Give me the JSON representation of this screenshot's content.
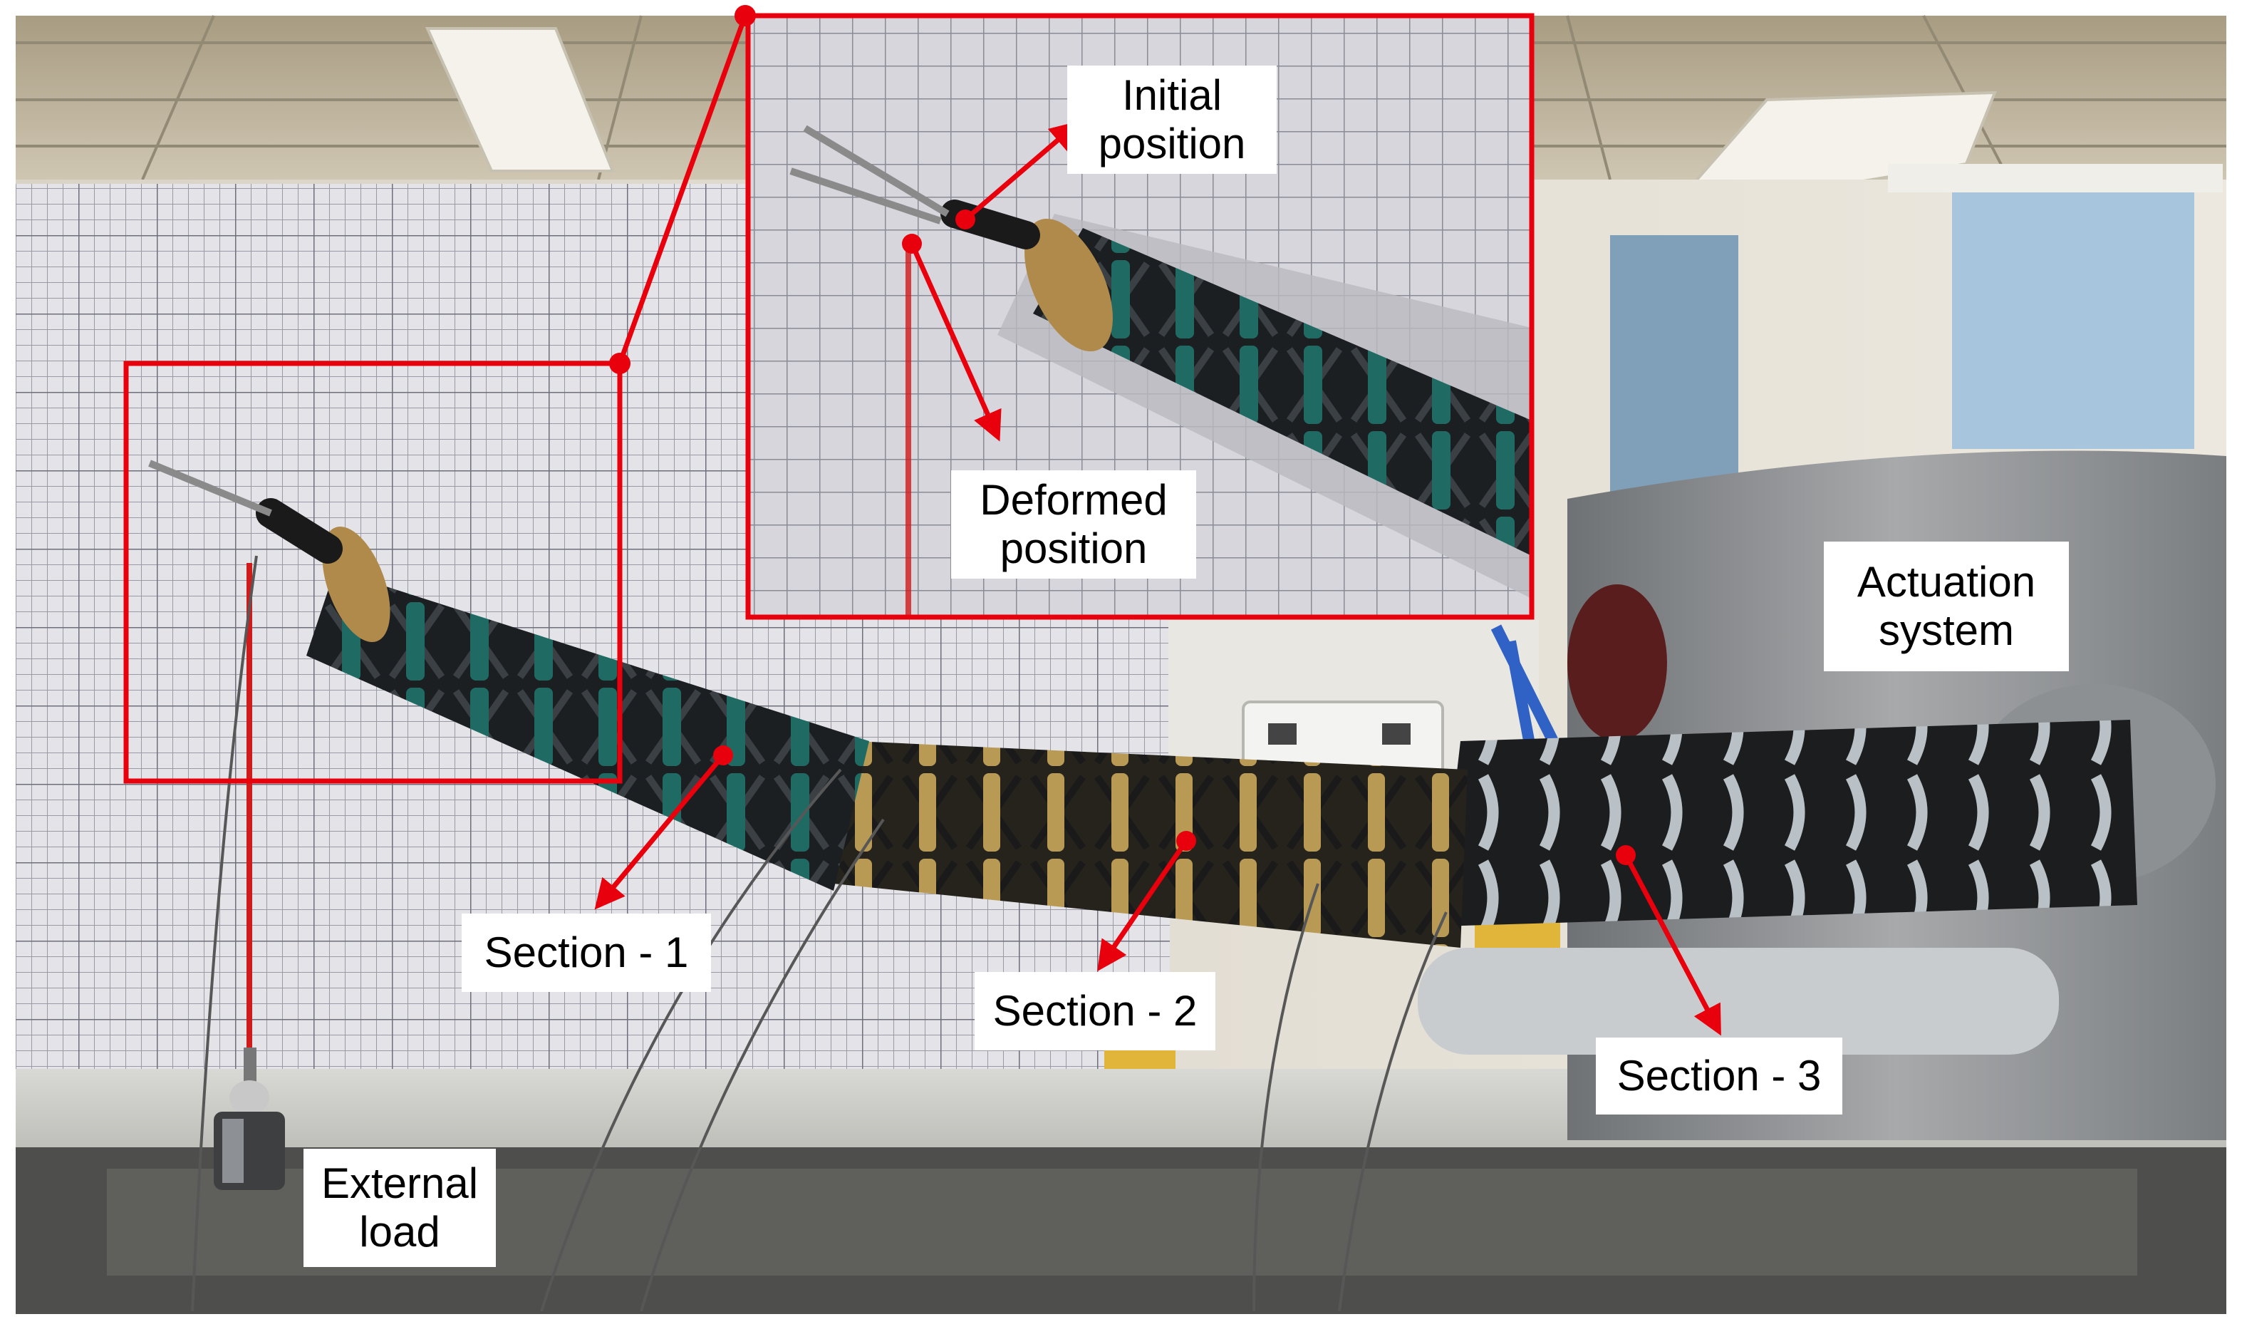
{
  "colors": {
    "annotation": "#e8000d",
    "label_background": "#ffffff",
    "label_text": "#000000",
    "robot_segments_section1": "#1f6b63",
    "robot_segments_section2": "#b89a55",
    "robot_segments_section3": "#9aa4ab",
    "actuator_housing": "#8f9295"
  },
  "labels": {
    "initial_position": [
      "Initial",
      "position"
    ],
    "deformed_position": [
      "Deformed",
      "position"
    ],
    "actuation_system": [
      "Actuation",
      "system"
    ],
    "section_1": "Section - 1",
    "section_2": "Section - 2",
    "section_3": "Section - 3",
    "external_load": [
      "External",
      "load"
    ]
  }
}
